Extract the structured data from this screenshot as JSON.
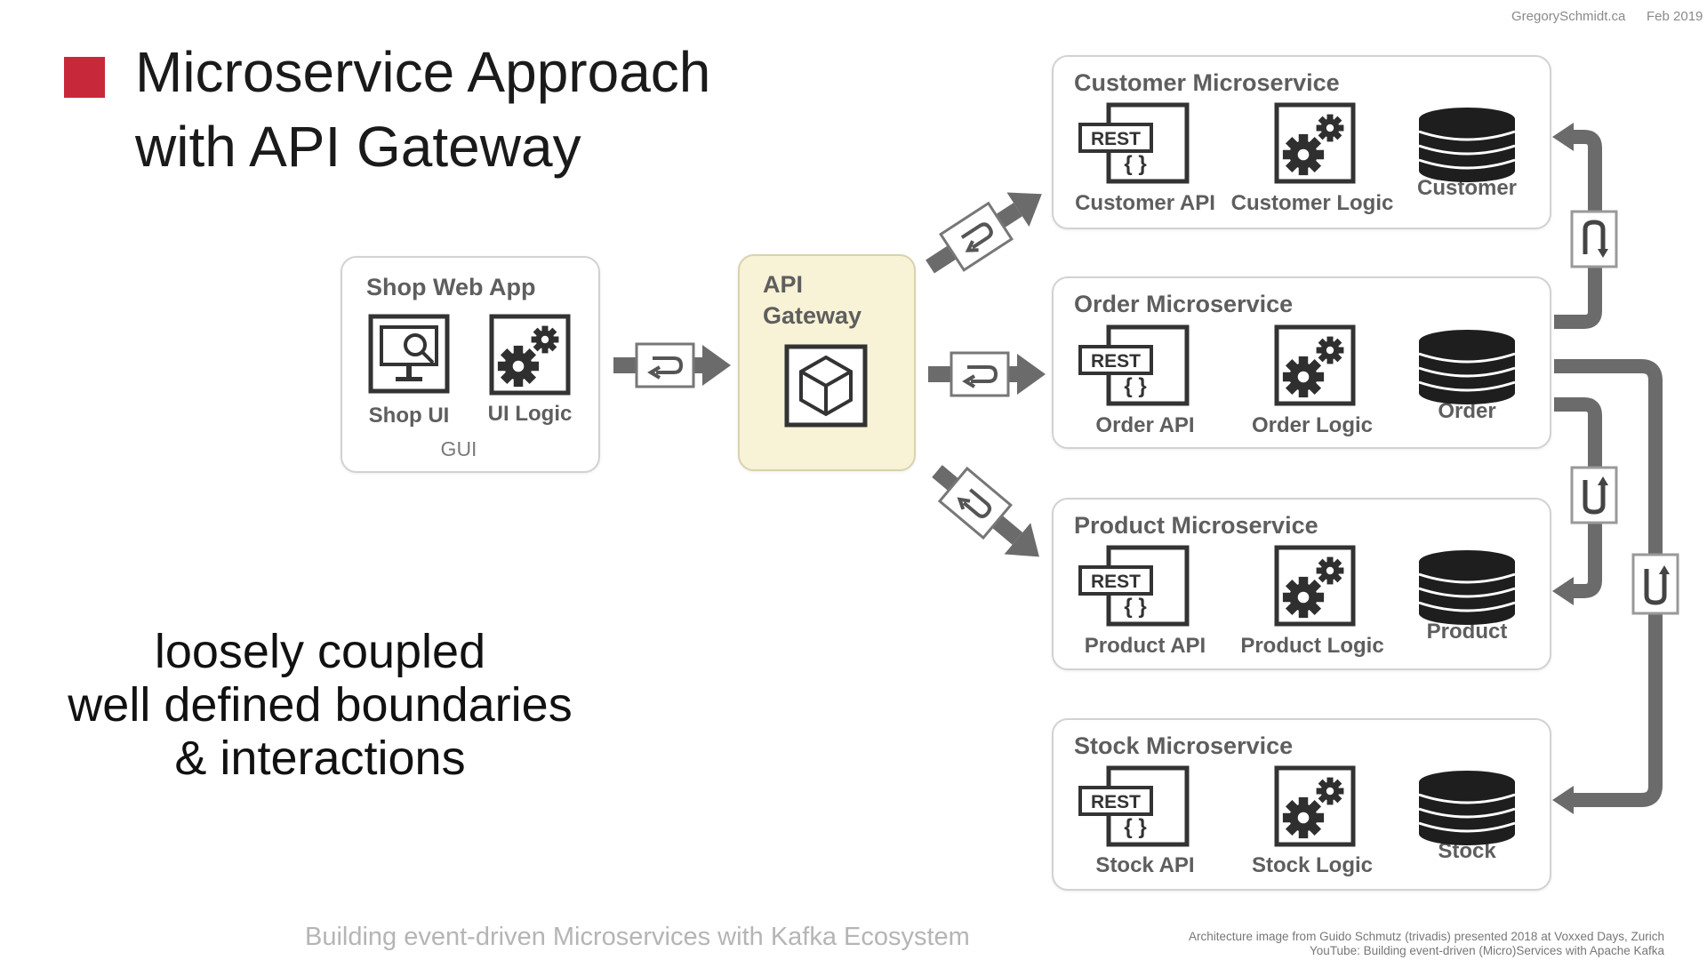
{
  "header": {
    "site": "GregorySchmidt.ca",
    "date": "Feb 2019"
  },
  "title": {
    "line1": "Microservice Approach",
    "line2": "with API Gateway"
  },
  "tagline": [
    "loosely coupled",
    "well defined boundaries",
    "& interactions"
  ],
  "diagram": {
    "web_app": {
      "title": "Shop Web App",
      "ui_label": "Shop UI",
      "logic_label": "UI Logic",
      "group_label": "GUI"
    },
    "gateway": {
      "line1": "API",
      "line2": "Gateway"
    },
    "services": [
      {
        "title": "Customer Microservice",
        "api": "Customer API",
        "logic": "Customer Logic",
        "db": "Customer"
      },
      {
        "title": "Order Microservice",
        "api": "Order API",
        "logic": "Order Logic",
        "db": "Order"
      },
      {
        "title": "Product Microservice",
        "api": "Product API",
        "logic": "Product Logic",
        "db": "Product"
      },
      {
        "title": "Stock Microservice",
        "api": "Stock API",
        "logic": "Stock Logic",
        "db": "Stock"
      }
    ],
    "rest_badge": "REST",
    "icons": {
      "api": "rest-api-icon",
      "logic": "gears-icon",
      "db": "database-icon",
      "ui": "monitor-icon",
      "gateway": "gateway-cube-icon",
      "call": "request-response-icon"
    }
  },
  "footer": {
    "talk": "Building event-driven Microservices with Kafka Ecosystem",
    "credit1": "Architecture image from Guido Schmutz (trivadis) presented 2018 at Voxxed Days, Zurich",
    "credit2": "YouTube:  Building event-driven (Micro)Services with Apache Kafka"
  },
  "colors": {
    "accent": "#c8293a",
    "gateway_fill": "#f8f3d6",
    "icon_dark": "#3a3a3a",
    "arrow_gray": "#6b6b6b"
  }
}
